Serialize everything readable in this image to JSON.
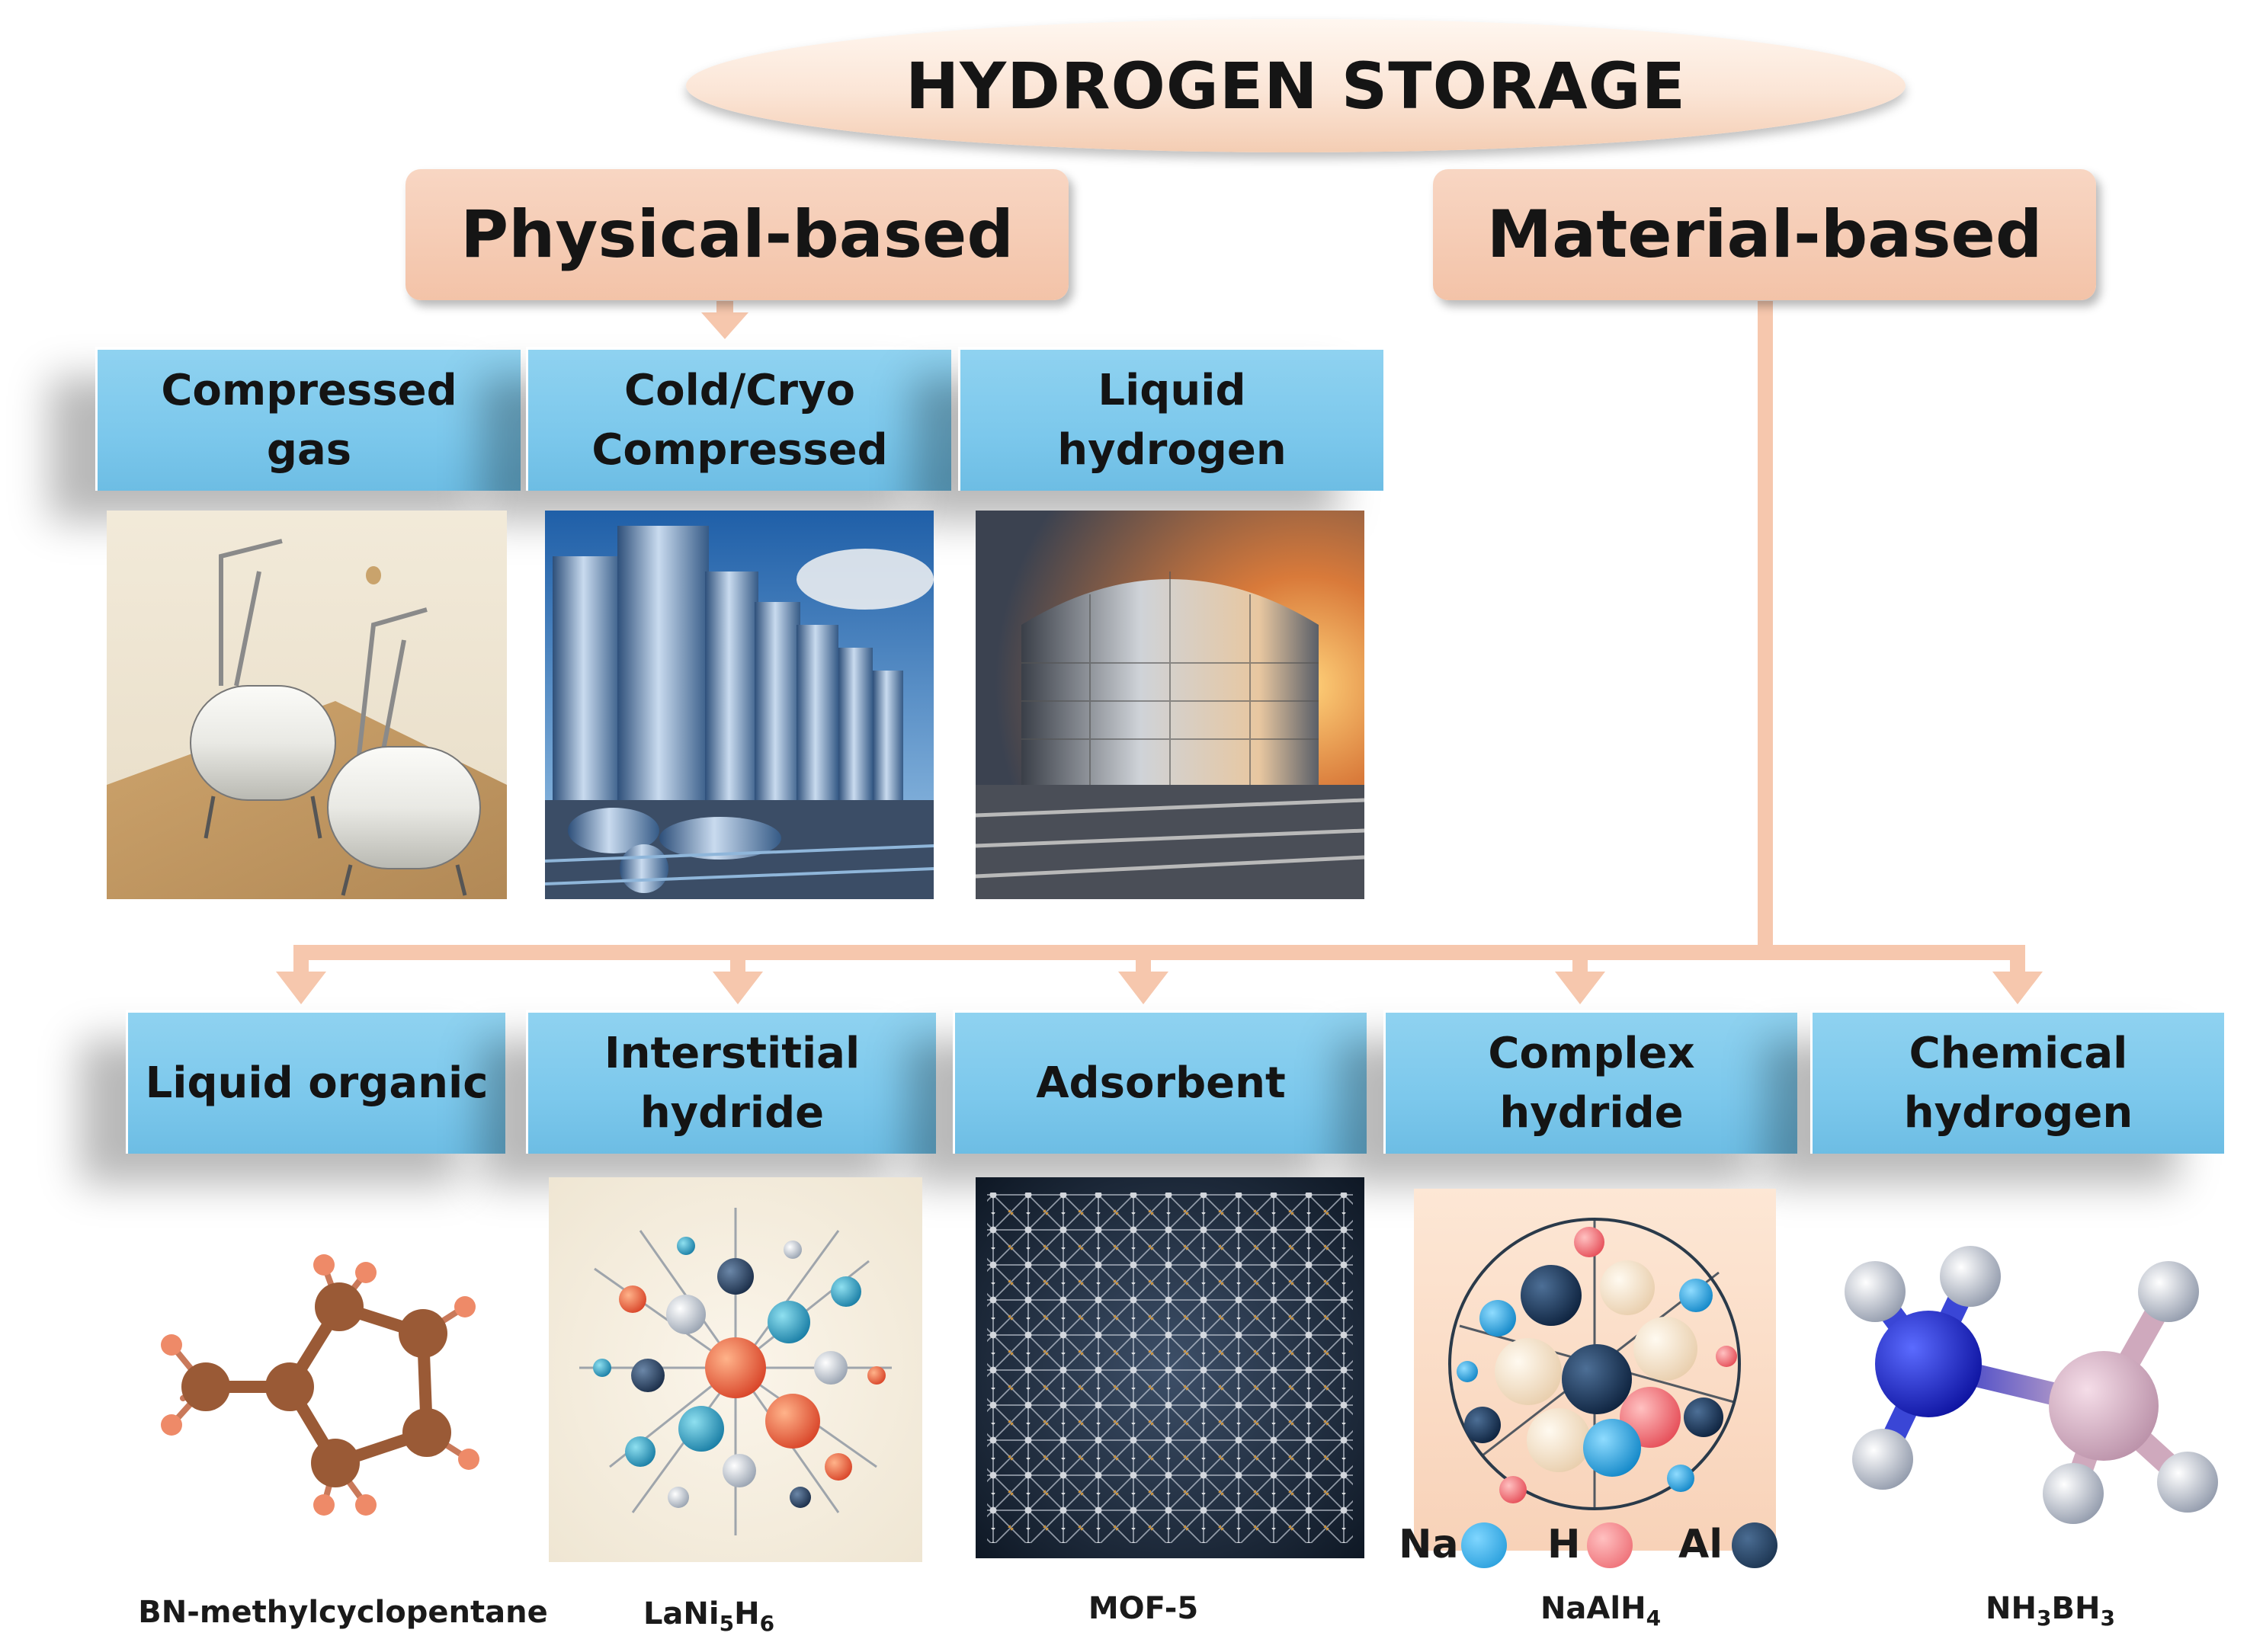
{
  "title": "HYDROGEN STORAGE",
  "categories": {
    "physical": "Physical-based",
    "material": "Material-based"
  },
  "physical_methods": [
    {
      "line1": "Compressed",
      "line2": "gas"
    },
    {
      "line1": "Cold/Cryo",
      "line2": "Compressed"
    },
    {
      "line1": "Liquid",
      "line2": "hydrogen"
    }
  ],
  "material_methods": [
    {
      "line1": "Liquid organic",
      "line2": ""
    },
    {
      "line1": "Interstitial",
      "line2": "hydride"
    },
    {
      "line1": "Adsorbent",
      "line2": ""
    },
    {
      "line1": "Complex",
      "line2": "hydride"
    },
    {
      "line1": "Chemical",
      "line2": "hydrogen"
    }
  ],
  "captions": {
    "bn": "BN-methylcyclopentane",
    "lani": {
      "a": "LaNi",
      "s1": "5",
      "b": "H",
      "s2": "6"
    },
    "mof": "MOF-5",
    "naalh": {
      "a": "NaAlH",
      "s1": "4"
    },
    "nh3bh3": {
      "a": "NH",
      "s1": "3",
      "b": "BH",
      "s2": "3"
    }
  },
  "legend": {
    "na": "Na",
    "h": "H",
    "al": "Al"
  },
  "colors": {
    "salmon": "#f3c3a8",
    "connector": "#f6c7ad",
    "blue": "#7cc8ec",
    "na": "#1ea8e6",
    "h": "#f47a7a",
    "al": "#163a5e"
  }
}
